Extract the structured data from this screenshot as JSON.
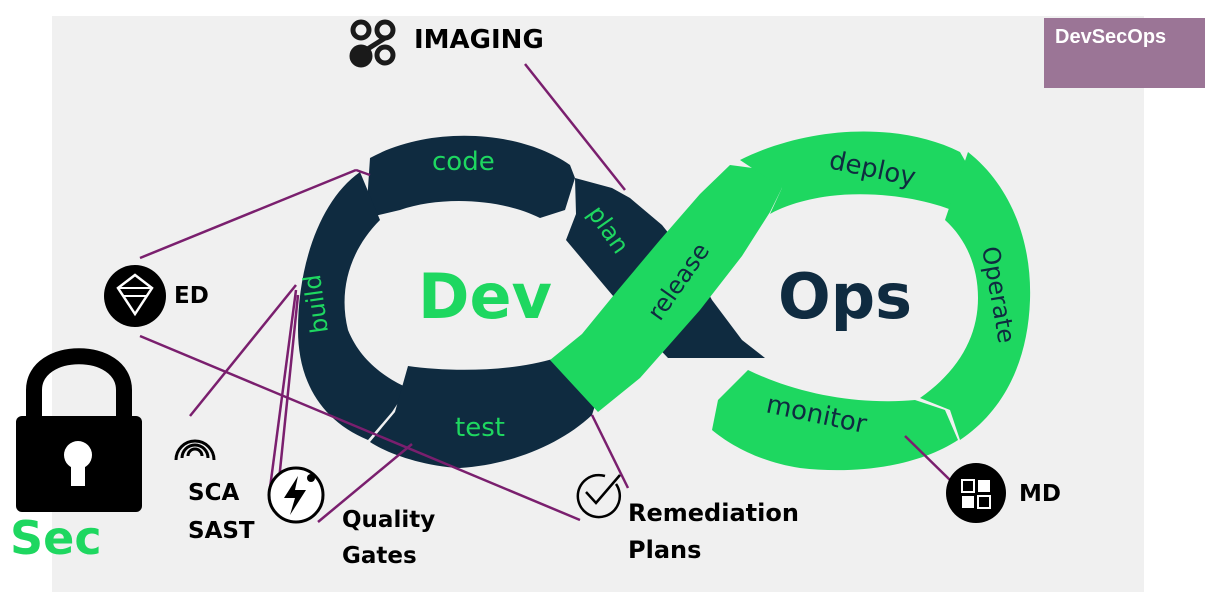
{
  "badge": {
    "text": "DevSecOps"
  },
  "loop": {
    "dev_title": "Dev",
    "ops_title": "Ops",
    "dev_stages": {
      "code": "code",
      "plan": "plan",
      "build": "build",
      "test": "test"
    },
    "ops_stages": {
      "release": "release",
      "deploy": "deploy",
      "operate": "Operate",
      "monitor": "monitor"
    }
  },
  "tools": {
    "imaging": "IMAGING",
    "ed": "ED",
    "sca": "SCA",
    "sast": "SAST",
    "quality_line1": "Quality",
    "quality_line2": "Gates",
    "remediation_line1": "Remediation",
    "remediation_line2": "Plans",
    "md": "MD"
  },
  "sec": {
    "label": "Sec"
  },
  "colors": {
    "dev_navy": "#0f2b40",
    "ops_green": "#1ed760",
    "connector": "#7a1f6e",
    "badge_bg": "#9b7596",
    "panel_bg": "#f0f0f0"
  },
  "icons": [
    "nodes-icon",
    "diamond-logo-icon",
    "sca-ring-icon",
    "bolt-icon",
    "check-icon",
    "grid-logo-icon",
    "padlock-icon"
  ]
}
